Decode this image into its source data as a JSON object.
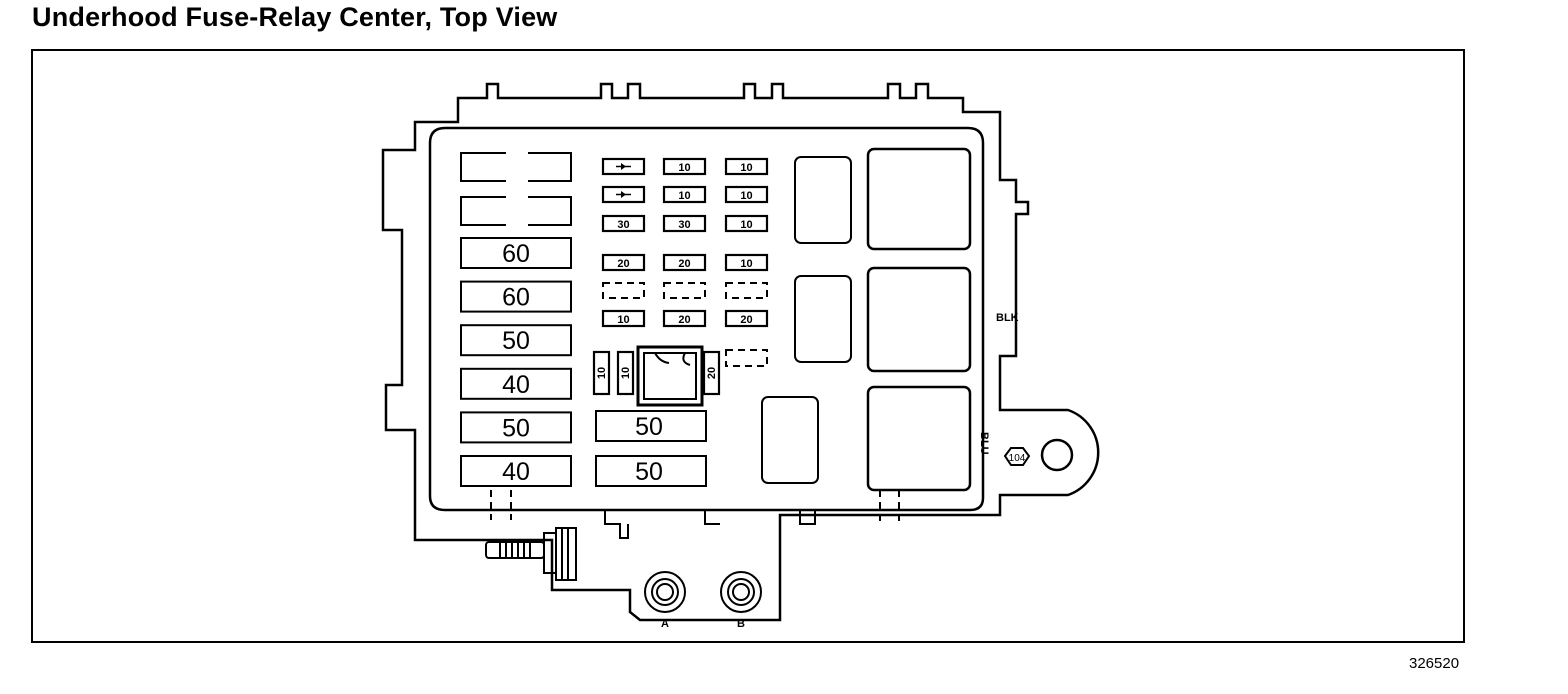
{
  "title": "Underhood Fuse-Relay Center, Top View",
  "figure_number": "326520",
  "large_fuses_left": [
    "60",
    "60",
    "50",
    "40",
    "50",
    "40"
  ],
  "large_fuses_right": [
    "50",
    "50"
  ],
  "minifuse_rows": [
    [
      "",
      "10",
      "10"
    ],
    [
      "",
      "10",
      "10"
    ],
    [
      "30",
      "30",
      "10"
    ],
    [
      "20",
      "20",
      "10"
    ],
    [
      "10",
      "20",
      "20"
    ]
  ],
  "vertical_fuses": [
    "10",
    "10",
    "20"
  ],
  "connectors": {
    "blk": "BLK",
    "blu": "BLU",
    "a": "A",
    "b": "B"
  },
  "ground_ref": "104"
}
